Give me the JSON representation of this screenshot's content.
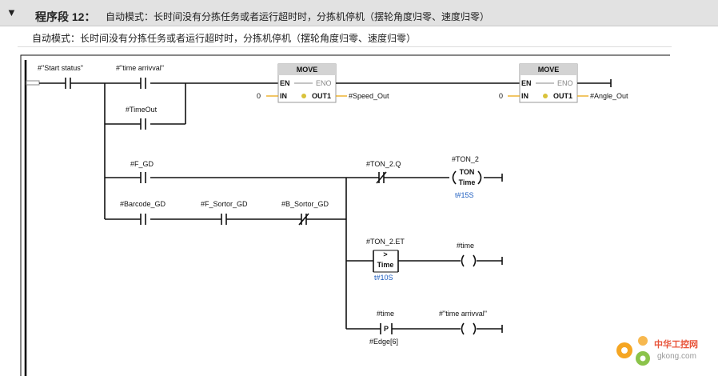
{
  "network": {
    "label": "程序段 12：",
    "title": "自动模式：长时间没有分拣任务或者运行超时时，分拣机停机（摆轮角度归零、速度归零）",
    "comment": "自动模式：长时间没有分拣任务或者运行超时时，分拣机停机（摆轮角度归零、速度归零）"
  },
  "ladder": {
    "start_status": "#\"Start status\"",
    "time_arrival": "#\"time arrivval\"",
    "timeout": "#TimeOut",
    "move1": {
      "title": "MOVE",
      "en": "EN",
      "eno": "ENO",
      "in": "IN",
      "out": "OUT1",
      "in_val": "0",
      "out_var": "#Speed_Out"
    },
    "move2": {
      "title": "MOVE",
      "en": "EN",
      "eno": "ENO",
      "in": "IN",
      "out": "OUT1",
      "in_val": "0",
      "out_var": "#Angle_Out"
    },
    "f_gd": "#F_GD",
    "ton2_q": "#TON_2.Q",
    "ton2": "#TON_2",
    "ton_type_1": "TON",
    "ton_type_2": "Time",
    "ton_preset": "t#15S",
    "barcode_gd": "#Barcode_GD",
    "f_sortor_gd": "#F_Sortor_GD",
    "b_sortor_gd": "#B_Sortor_GD",
    "ton2_et": "#TON_2.ET",
    "cmp_op": ">",
    "cmp_type": "Time",
    "cmp_val": "t#10S",
    "time_coil": "#time",
    "time_contact": "#time",
    "p_label": "P",
    "edge": "#Edge[6]",
    "time_arrival_coil": "#\"time arrivval\""
  },
  "watermark": {
    "text": "中华工控网",
    "url": "gkong.com"
  }
}
